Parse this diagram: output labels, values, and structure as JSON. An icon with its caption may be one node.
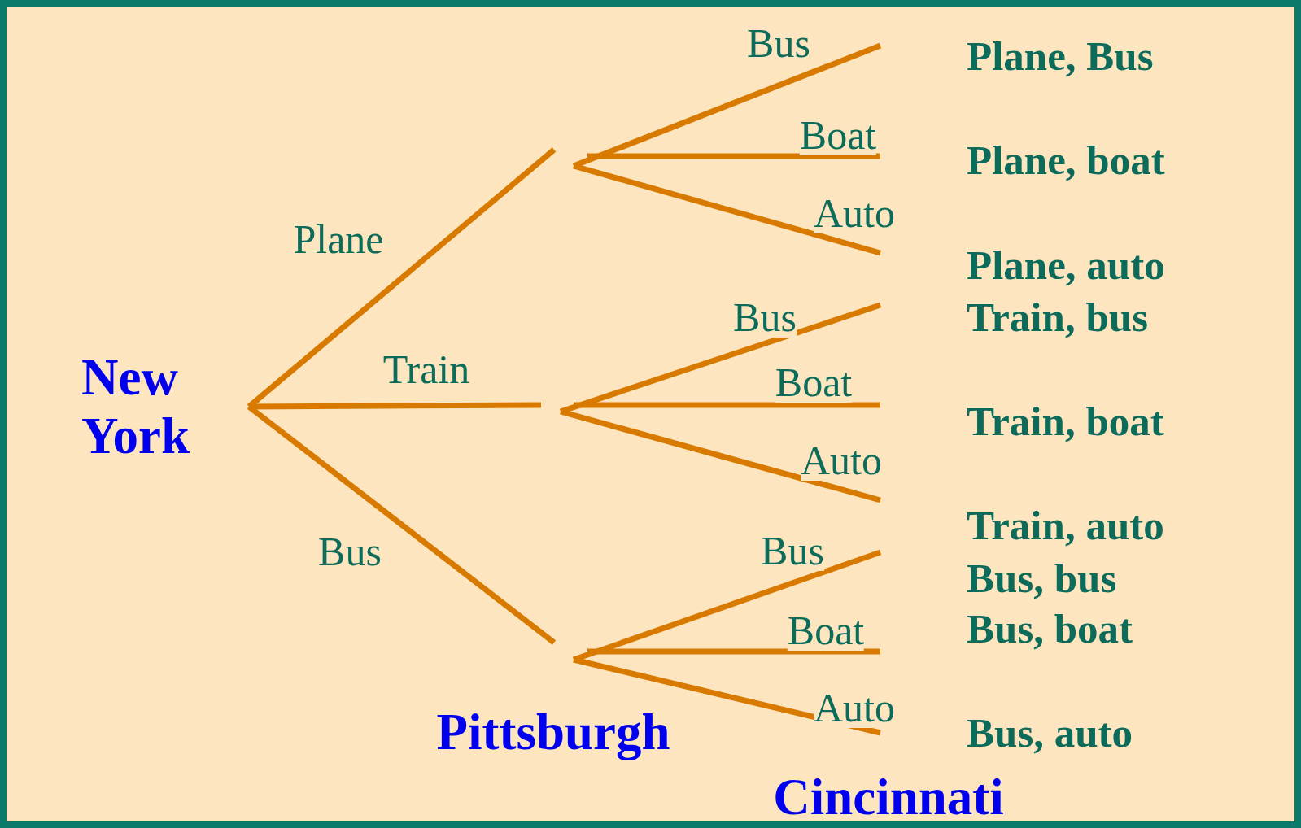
{
  "diagram": {
    "nodes": [
      {
        "text": [
          "New York"
        ]
      },
      {
        "text": [
          "Plane, Bus"
        ]
      },
      {
        "text": [
          "Plane, boat"
        ]
      },
      {
        "text": [
          "Plane, auto"
        ]
      },
      {
        "text": [
          "Train, bus"
        ]
      },
      {
        "text": [
          "Train, boat"
        ]
      },
      {
        "text": [
          "Train, auto"
        ]
      },
      {
        "text": [
          "Bus, bus"
        ]
      },
      {
        "text": [
          "Bus, boat"
        ]
      },
      {
        "text": [
          "Bus, auto"
        ]
      }
    ],
    "edges": [
      {
        "from": 0,
        "to": null,
        "arrow": "none",
        "label": "Plane"
      },
      {
        "from": 0,
        "to": null,
        "arrow": "none",
        "label": "Train"
      },
      {
        "from": 0,
        "to": null,
        "arrow": "none",
        "label": "Bus"
      },
      {
        "from": null,
        "to": 1,
        "arrow": "none",
        "label": "Bus"
      },
      {
        "from": null,
        "to": 2,
        "arrow": "none",
        "label": "Boat"
      },
      {
        "from": null,
        "to": 3,
        "arrow": "none",
        "label": "Auto"
      },
      {
        "from": null,
        "to": 4,
        "arrow": "none",
        "label": "Bus"
      },
      {
        "from": null,
        "to": 5,
        "arrow": "none",
        "label": "Boat"
      },
      {
        "from": null,
        "to": 6,
        "arrow": "none",
        "label": "Auto"
      },
      {
        "from": null,
        "to": 7,
        "arrow": "none",
        "label": "Bus"
      },
      {
        "from": null,
        "to": 8,
        "arrow": "none",
        "label": "Boat"
      },
      {
        "from": null,
        "to": 9,
        "arrow": "none",
        "label": "Auto"
      }
    ],
    "labels": [
      "Pittsburgh",
      "Cincinnati"
    ]
  }
}
